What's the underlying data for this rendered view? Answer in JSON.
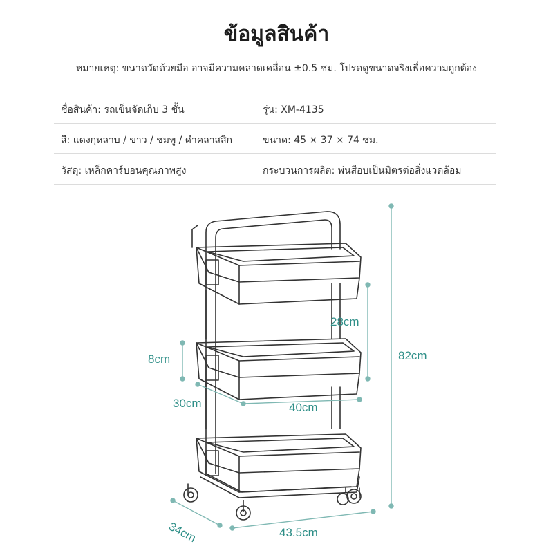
{
  "title": "ข้อมูลสินค้า",
  "note": "หมายเหตุ: ขนาดวัดด้วยมือ อาจมีความคลาดเคลื่อน ±0.5 ซม. โปรดดูขนาดจริงเพื่อความถูกต้อง",
  "rows": [
    {
      "left": "ชื่อสินค้า: รถเข็นจัดเก็บ 3 ชั้น",
      "right": "รุ่น: XM-4135"
    },
    {
      "left": "สี: แดงกุหลาบ / ขาว / ชมพู / ดำคลาสสิก",
      "right": "ขนาด: 45 × 37 × 74 ซม."
    },
    {
      "left": "วัสดุ: เหล็กคาร์บอนคุณภาพสูง",
      "right": "กระบวนการผลิต: พ่นสีอบเป็นมิตรต่อสิ่งแวดล้อม"
    }
  ],
  "dimensions": {
    "height_total": "82cm",
    "shelf_gap": "28cm",
    "basket_depth": "8cm",
    "basket_width_label": "30cm",
    "basket_length_label": "40cm",
    "base_depth": "34cm",
    "base_width": "43.5cm"
  },
  "colors": {
    "accent": "#2f8f88",
    "line": "#333333"
  }
}
